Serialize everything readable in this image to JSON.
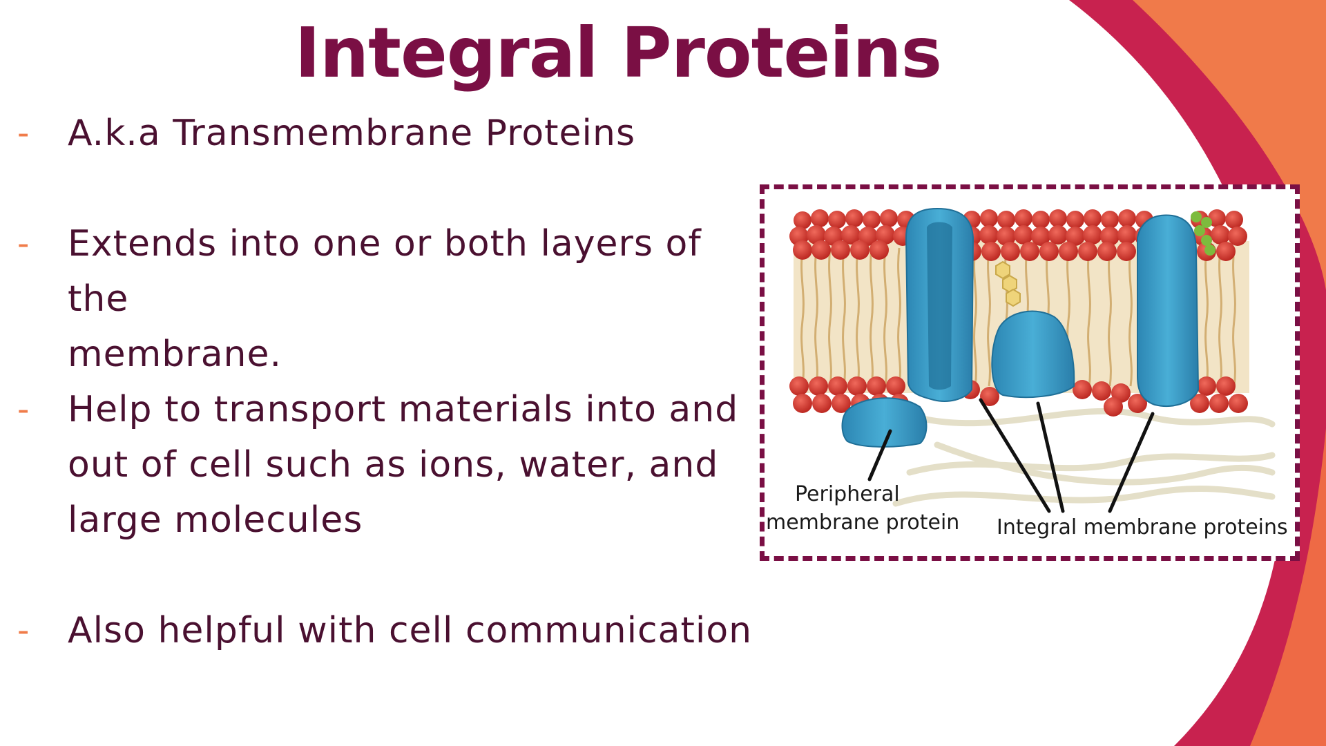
{
  "slide": {
    "title": "Integral Proteins",
    "bullets": [
      {
        "marker": "-",
        "lines": [
          "A.k.a Transmembrane Proteins"
        ]
      },
      {
        "marker": "-",
        "lines": [
          "Extends into one or both layers of the",
          "membrane."
        ]
      },
      {
        "marker": "-",
        "lines": [
          "Help to transport materials into and",
          "out of cell such as ions, water, and",
          "large molecules"
        ]
      },
      {
        "marker": "-",
        "lines": [
          "Also helpful with cell communication"
        ]
      }
    ],
    "diagram": {
      "label_peripheral": [
        "Peripheral",
        "membrane protein"
      ],
      "label_integral": "Integral membrane proteins"
    },
    "colors": {
      "title": "#7a0f44",
      "text": "#4a1030",
      "dash": "#f07c4a",
      "frame": "#7a0f44",
      "protein": "#3a9cc6",
      "lipid_head": "#d9352c",
      "cholesterol": "#efd47a",
      "glyco": "#7dbb3d",
      "bg_magenta": "#c8224f",
      "bg_orange": "#f07a4a"
    }
  }
}
